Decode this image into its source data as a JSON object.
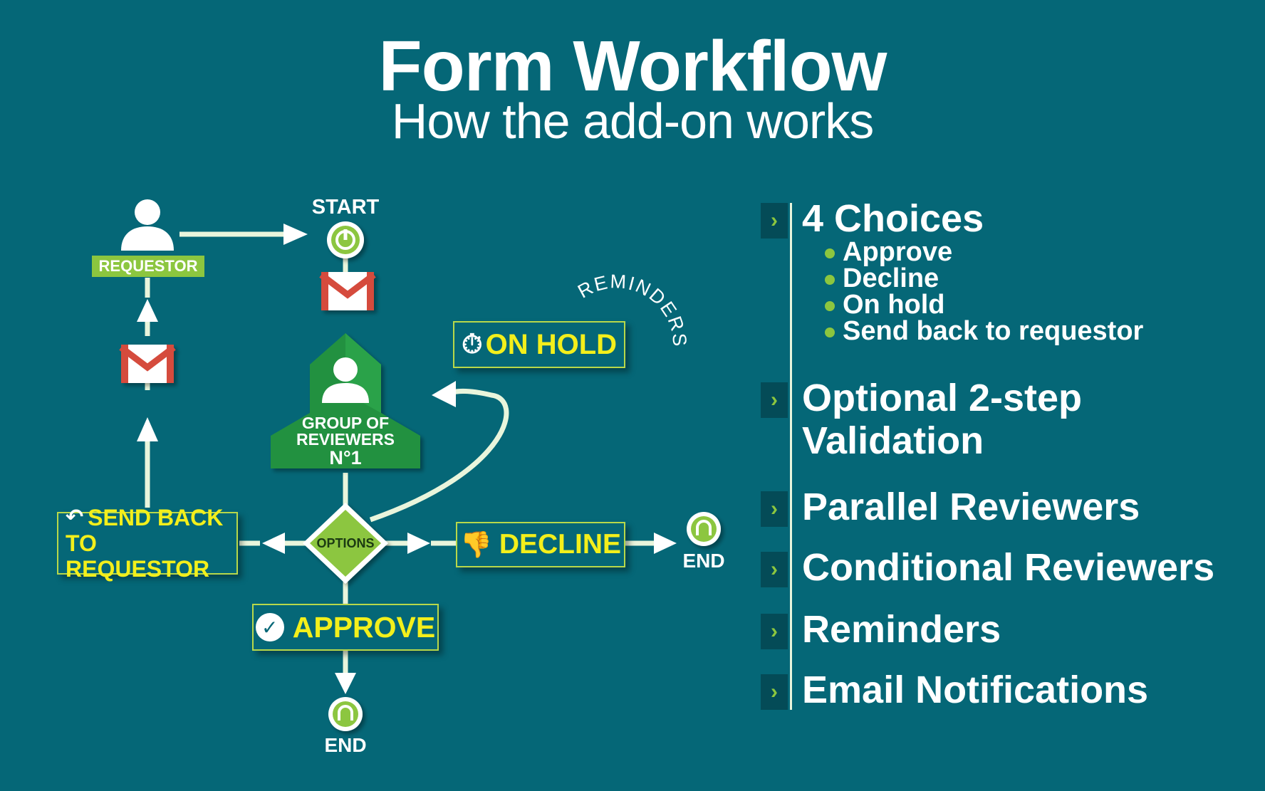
{
  "title": "Form Workflow",
  "subtitle": "How the add-on works",
  "diagram": {
    "start_label": "START",
    "requestor_tag": "REQUESTOR",
    "group_line1": "GROUP OF",
    "group_line2": "REVIEWERS",
    "group_line3": "N°1",
    "options_label": "OPTIONS",
    "on_hold_label": "ON HOLD",
    "reminders_label": "REMINDERS",
    "send_back_line1": "SEND BACK",
    "send_back_line2": "TO REQUESTOR",
    "decline_label": "DECLINE",
    "approve_label": "APPROVE",
    "end_label_right": "END",
    "end_label_bottom": "END"
  },
  "features": {
    "items": [
      {
        "label": "4 Choices"
      },
      {
        "label": "Optional 2-step"
      },
      {
        "label": "Parallel Reviewers"
      },
      {
        "label": "Conditional Reviewers"
      },
      {
        "label": "Reminders"
      },
      {
        "label": "Email Notifications"
      }
    ],
    "item2_line2": "Validation",
    "choices": [
      "Approve",
      "Decline",
      "On hold",
      "Send back to requestor"
    ]
  },
  "colors": {
    "background": "#056777",
    "accent_green": "#8cc63f",
    "highlight_yellow": "#f3ef1b",
    "connector": "#e9f5dc",
    "dark_green": "#1e8b3c"
  },
  "icons": [
    "user-icon",
    "power-icon",
    "gmail-icon",
    "stopwatch-icon",
    "thumbs-down-icon",
    "checkmark-icon",
    "undo-arrow-icon",
    "chevron-right-icon"
  ]
}
